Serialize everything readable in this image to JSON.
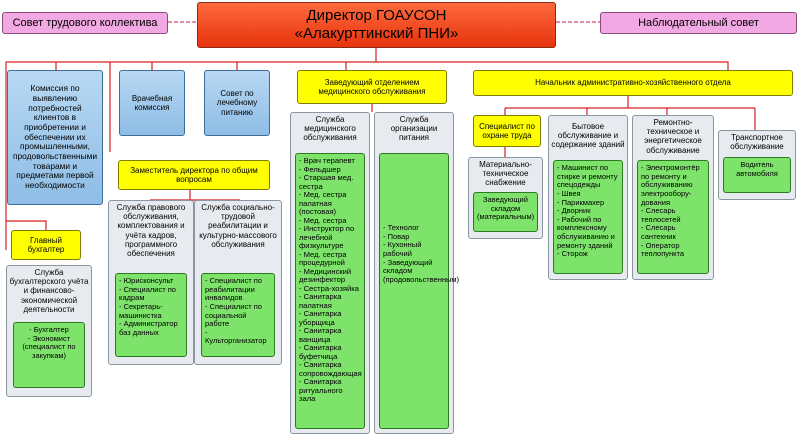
{
  "top": {
    "council": "Совет трудового коллектива",
    "director": [
      "Директор ГОАУСОН",
      "«Алакурттинский ПНИ»"
    ],
    "supervisory": "Наблюдательный совет"
  },
  "blue": {
    "commission": "Комиссия по выявлению потребностей клиентов в приобретении и обеспечении их промышленными, продовольственными товарами и предметами первой необходимости",
    "medical": "Врачебная комиссия",
    "nutrition": "Совет по лечебному питанию"
  },
  "yellow": {
    "deputy": "Заместитель директора по общим вопросам",
    "head_medical": "Заведующий отделением медицинского обслуживания",
    "chief_accountant": "Главный бухгалтер",
    "head_admin": "Начальник административно-хозяйственного отдела",
    "labor_safety": "Специалист по охране труда"
  },
  "units": {
    "legal": {
      "title": "Служба правового обслуживания, комплектования и учёта кадров, программного обеспечения",
      "items": [
        "- Юрисконсульт",
        "- Специалист по кадрам",
        "- Секретарь-машинистка",
        "- Администратор баз данных"
      ]
    },
    "social": {
      "title": "Служба социально-трудовой реабилитации и культурно-массового обслуживания",
      "items": [
        "- Специалист по реабилитации инвалидов",
        "- Специалист по социальной работе",
        "- Культорганизатор"
      ]
    },
    "medservice": {
      "title": "Служба медицинского обслуживания",
      "items": [
        "- Врач терапевт",
        "- Фельдшер",
        "- Старшая мед. сестра",
        "- Мед. сестра палатная (постовая)",
        "- Мед. сестра",
        "- Инструктор по лечебной физкультуре",
        "- Мед. сестра процедурной",
        "- Медицинский дезинфектор",
        "- Сестра-хозяйка",
        "- Санитарка палатная",
        "- Санитарка уборщица",
        "- Санитарка ванщица",
        "- Санитарка буфетчица",
        "- Санитарка сопровождающая",
        "- Санитарка ритуального зала"
      ]
    },
    "food": {
      "title": "Служба организации питания",
      "items": [
        "- Технолог",
        "- Повар",
        "- Кухонный рабочий",
        "- Заведующий складом (продовольственным)"
      ]
    },
    "accounting": {
      "title": "Служба бухгалтерского учёта и финансово-экономической деятельности",
      "items": [
        "- Бухгалтер",
        "- Экономист (специалист по закупкам)"
      ]
    },
    "supply": {
      "title": "Материально-техническое снабжение",
      "items": [
        "Заведующий складом (материальным)"
      ]
    },
    "household": {
      "title": "Бытовое обслуживание и содержание зданий",
      "items": [
        "- Машинист по стирке и ремонту спецодежды",
        "- Швея",
        "- Парикмахер",
        "- Дворник",
        "- Рабочий по комплексному обслуживанию и ремонту зданий",
        "- Сторож"
      ]
    },
    "repair": {
      "title": "Ремонтно-техническое и энергетическое обслуживание",
      "items": [
        "- Электромонтёр по ремонту и обслуживанию электрообору-дования",
        "- Слесарь теплосетей",
        "- Слесарь сантехник",
        "- Оператор теплопункта"
      ]
    },
    "transport": {
      "title": "Транспортное обслуживание",
      "items": [
        "Водитель автомобиля"
      ]
    }
  }
}
